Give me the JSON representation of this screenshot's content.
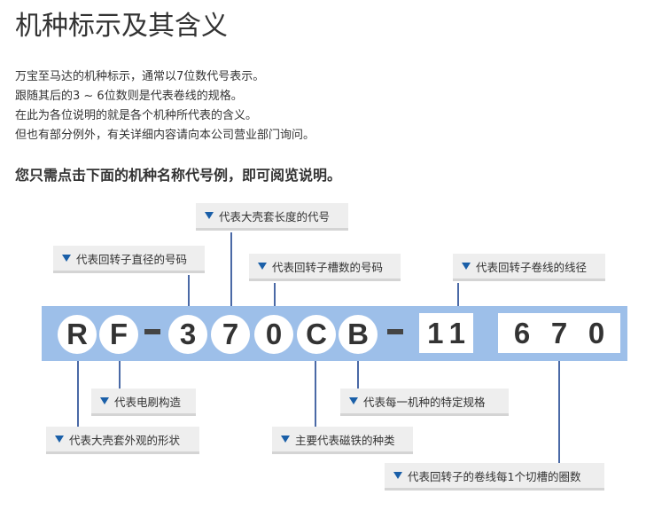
{
  "title": "机种标示及其含义",
  "intro": [
    "万宝至马达的机种标示，通常以7位数代号表示。",
    "跟随其后的3 ~ 6位数则是代表卷线的规格。",
    "在此为各位说明的就是各个机种所代表的含义。",
    "但也有部分例外，有关详细内容请向本公司营业部门询问。"
  ],
  "lead": "您只需点击下面的机种名称代号例，即可阅览说明。",
  "code": {
    "chars": [
      "R",
      "F",
      "3",
      "7",
      "0",
      "C",
      "B"
    ],
    "winding1": [
      "1",
      "1"
    ],
    "winding2": [
      "6",
      "7",
      "0"
    ]
  },
  "labels": {
    "shape": "代表大壳套外观的形状",
    "brush": "代表电刷构造",
    "diameter": "代表回转子直径的号码",
    "length": "代表大壳套长度的代号",
    "slots": "代表回转子槽数的号码",
    "magnet": "主要代表磁铁的种类",
    "spec": "代表每一机种的特定规格",
    "wire": "代表回转子卷线的线径",
    "turns": "代表回转子的卷线每1个切槽的圈数"
  },
  "colors": {
    "band": "#9dbfe9",
    "line": "#4a69a6",
    "triangle": "#1a5fa8"
  }
}
